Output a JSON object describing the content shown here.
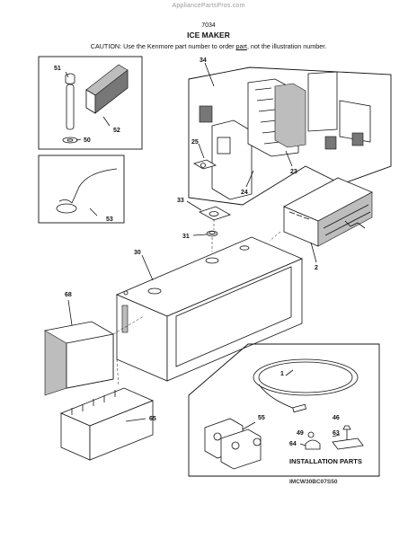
{
  "header": {
    "watermark": "AppliancePartsPros.com",
    "code": "7034",
    "title": "ICE MAKER",
    "caution_pre": "CAUTION: Use the Kenmore part number to order ",
    "caution_link": "part",
    "caution_post": ", not the illustration number."
  },
  "callouts": {
    "p51": "51",
    "p52": "52",
    "p50": "50",
    "p53": "53",
    "p34": "34",
    "p25": "25",
    "p24": "24",
    "p23": "23",
    "p33": "33",
    "p31": "31",
    "p30": "30",
    "p2": "2",
    "p68": "68",
    "p65": "65",
    "p1": "1",
    "p55": "55",
    "p46": "46",
    "p63": "63",
    "p49": "49",
    "p64": "64"
  },
  "installation_label": "INSTALLATION PARTS",
  "footer_code": "IMCW30BC07S50"
}
